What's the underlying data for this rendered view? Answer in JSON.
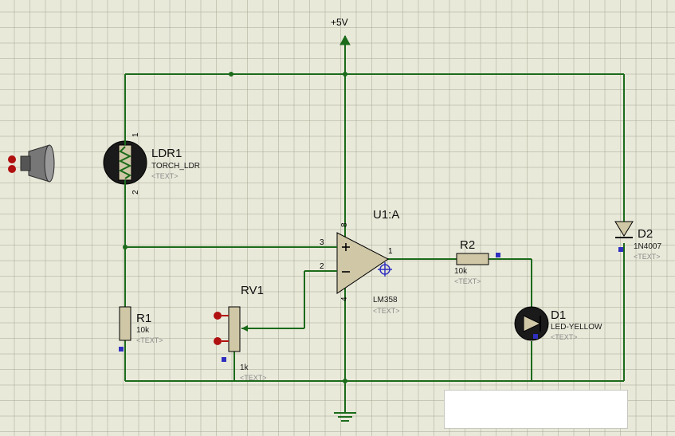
{
  "title": "Proteus ISIS schematic - LDR light sensor with LM358 comparator",
  "supply": {
    "label": "+5V"
  },
  "components": [
    {
      "ref": "LDR1",
      "value": "TORCH_LDR",
      "text": "<TEXT>",
      "pins": [
        "1",
        "2"
      ],
      "type": "ldr"
    },
    {
      "ref": "R1",
      "value": "10k",
      "text": "<TEXT>",
      "type": "resistor"
    },
    {
      "ref": "RV1",
      "value": "1k",
      "text": "<TEXT>",
      "type": "potentiometer"
    },
    {
      "ref": "R2",
      "value": "10k",
      "text": "<TEXT>",
      "type": "resistor"
    },
    {
      "ref": "U1:A",
      "value": "LM358",
      "text": "<TEXT>",
      "pins": [
        "3",
        "2",
        "1",
        "8",
        "4"
      ],
      "type": "opamp"
    },
    {
      "ref": "D1",
      "value": "LED-YELLOW",
      "text": "<TEXT>",
      "type": "led"
    },
    {
      "ref": "D2",
      "value": "1N4007",
      "text": "<TEXT>",
      "type": "diode"
    }
  ],
  "labels": {
    "ldr_ref": "LDR1",
    "ldr_value": "TORCH_LDR",
    "ldr_text": "<TEXT>",
    "ldr_pin1": "1",
    "ldr_pin2": "2",
    "r1_ref": "R1",
    "r1_value": "10k",
    "r1_text": "<TEXT>",
    "rv1_ref": "RV1",
    "rv1_value": "1k",
    "rv1_text": "<TEXT>",
    "r2_ref": "R2",
    "r2_value": "10k",
    "r2_text": "<TEXT>",
    "u1_ref": "U1:A",
    "u1_value": "LM358",
    "u1_text": "<TEXT>",
    "u1_pin_plus": "3",
    "u1_pin_minus": "2",
    "u1_pin_out": "1",
    "u1_pin_vcc": "8",
    "u1_pin_gnd": "4",
    "d1_ref": "D1",
    "d1_value": "LED-YELLOW",
    "d1_text": "<TEXT>",
    "d2_ref": "D2",
    "d2_value": "1N4007",
    "d2_text": "<TEXT>",
    "supply_label": "+5V"
  },
  "colors": {
    "wire": "#1b6b1b",
    "body": "#c8c0a0",
    "outline": "#000000",
    "terminal_red": "#c01010",
    "junction_blue": "#3030c0",
    "background": "#e9e9da"
  }
}
